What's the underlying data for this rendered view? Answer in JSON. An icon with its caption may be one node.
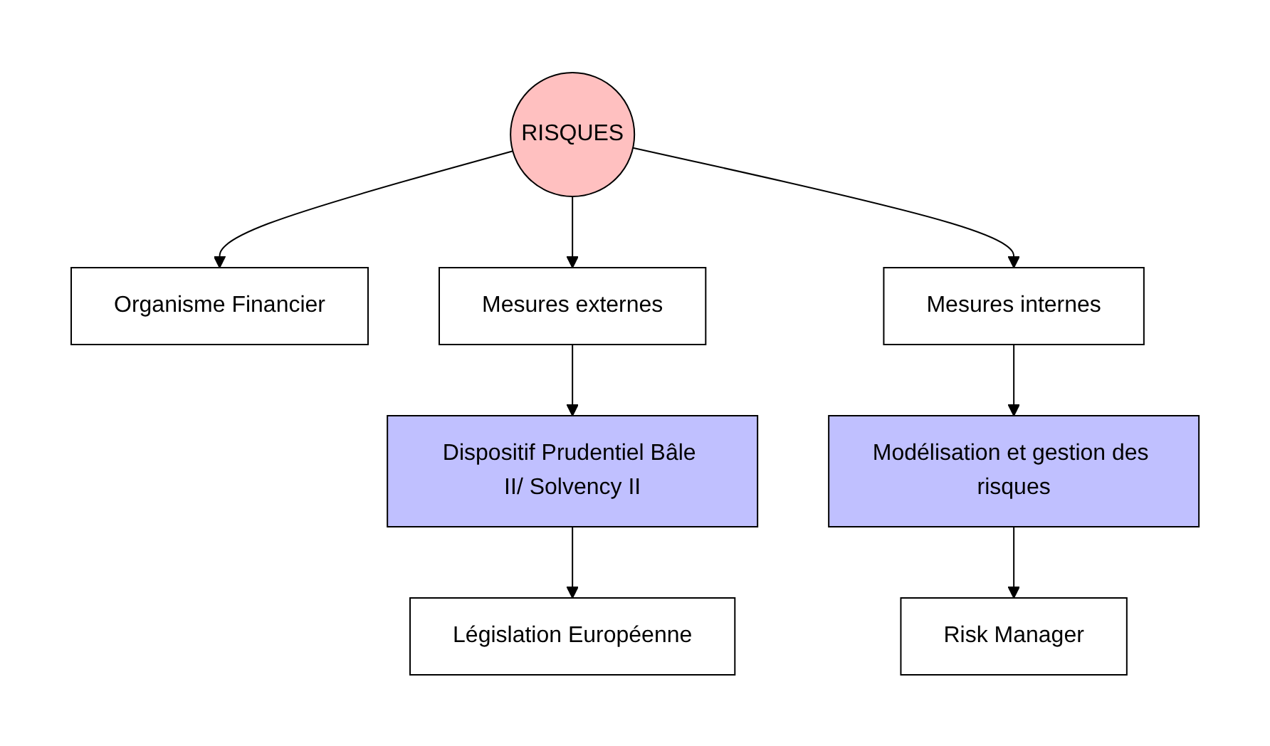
{
  "diagram": {
    "nodes": [
      {
        "text": [
          "Organisme Financier"
        ]
      },
      {
        "text": [
          "RISQUES"
        ]
      },
      {
        "text": [
          "Mesures externes"
        ]
      },
      {
        "text": [
          "Mesures internes"
        ]
      },
      {
        "text": [
          "Dispositif Prudentiel Bâle II/ Solvency II"
        ]
      },
      {
        "text": [
          "Modélisation et gestion des risques"
        ]
      },
      {
        "text": [
          "Législation Européenne"
        ]
      },
      {
        "text": [
          "Risk Manager"
        ]
      }
    ],
    "edges": [
      {
        "from": 1,
        "to": 0,
        "arrow": "to"
      },
      {
        "from": 1,
        "to": 2,
        "arrow": "to"
      },
      {
        "from": 1,
        "to": 3,
        "arrow": "to"
      },
      {
        "from": 2,
        "to": 4,
        "arrow": "to"
      },
      {
        "from": 3,
        "to": 5,
        "arrow": "to"
      },
      {
        "from": 4,
        "to": 6,
        "arrow": "to"
      },
      {
        "from": 5,
        "to": 7,
        "arrow": "to"
      }
    ]
  }
}
